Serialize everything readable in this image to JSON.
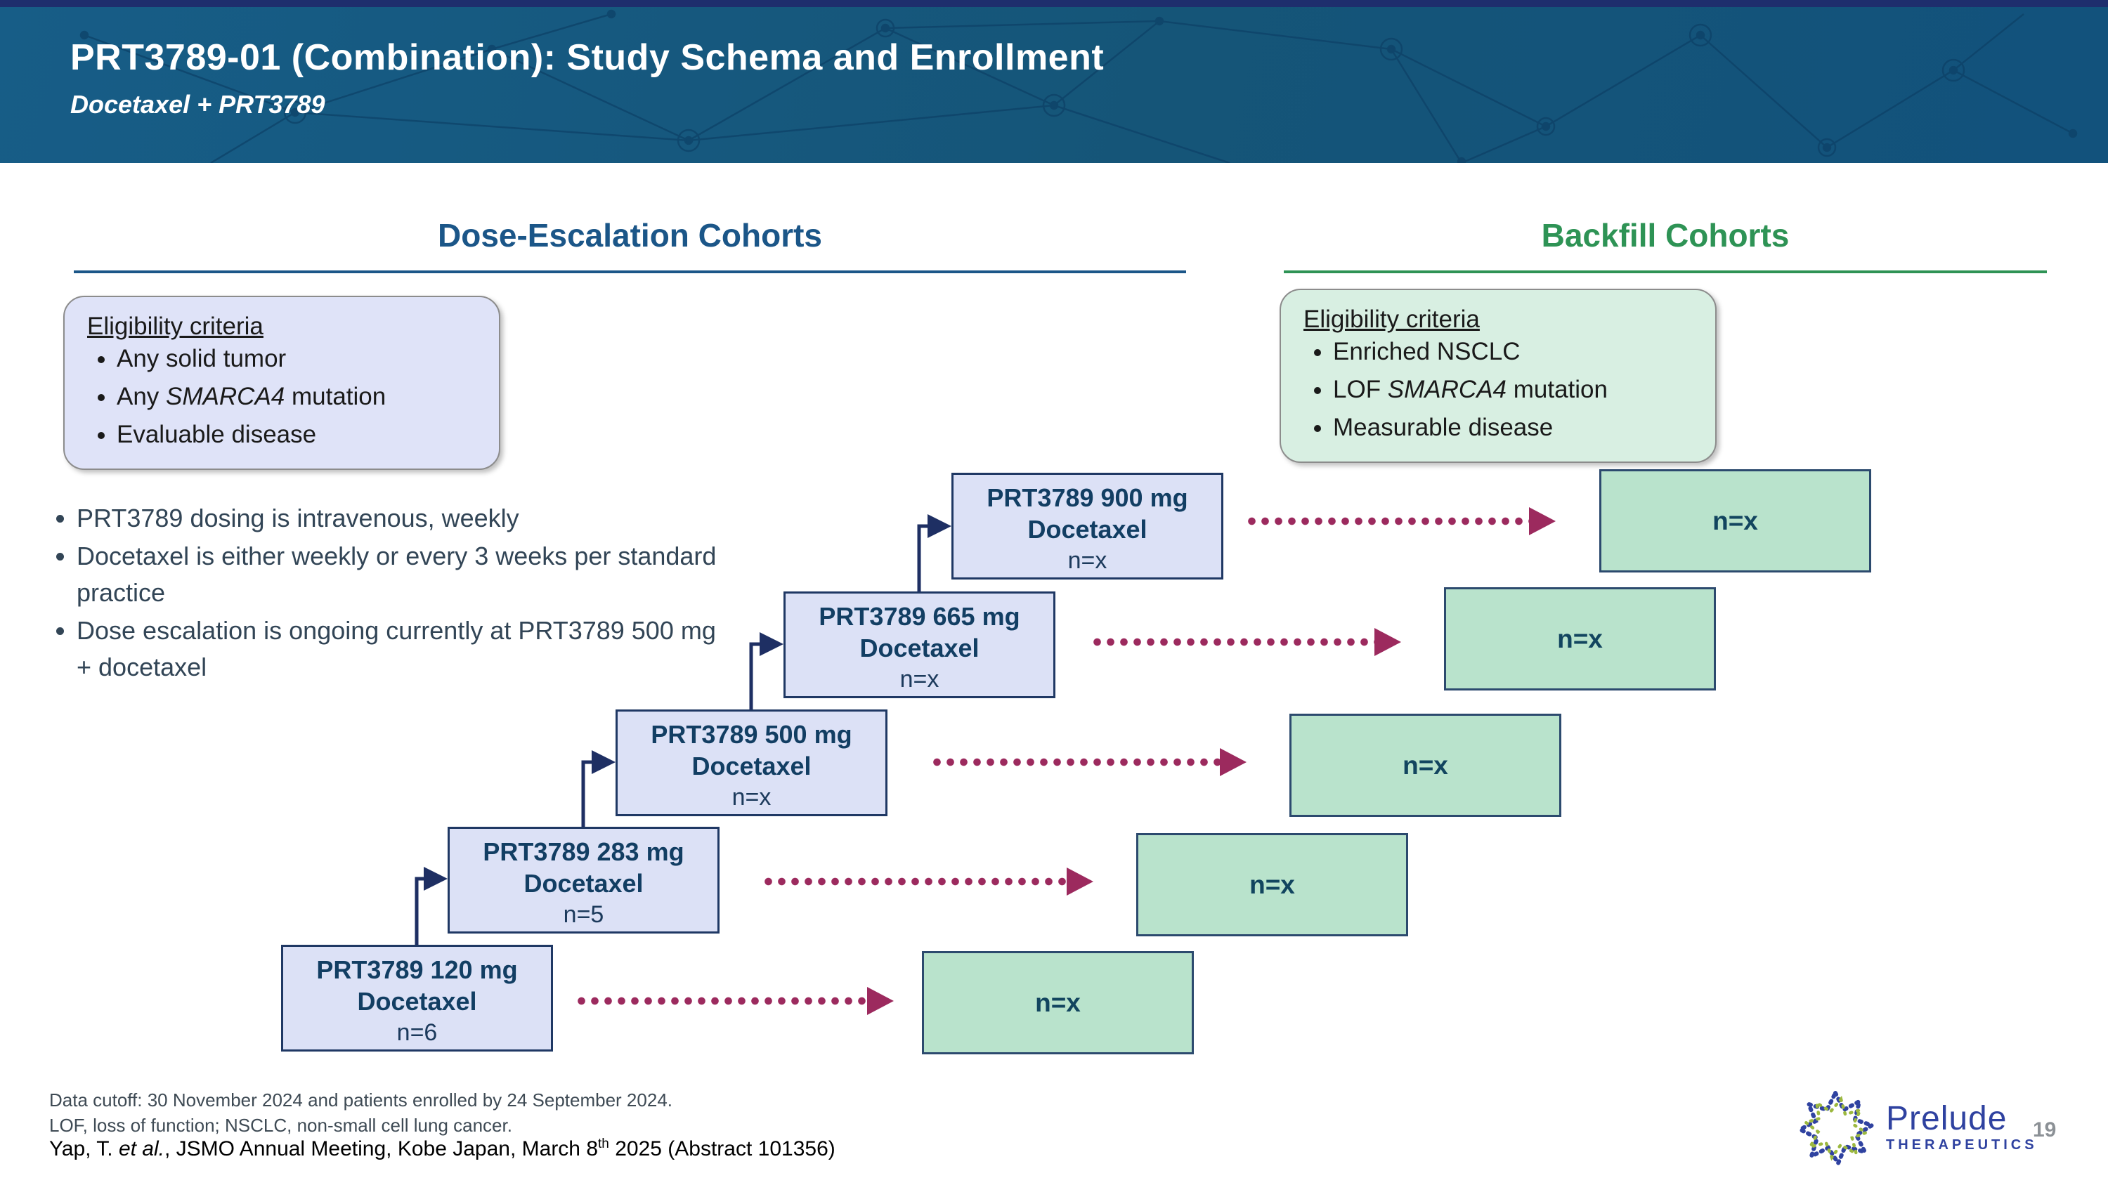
{
  "slide": {
    "title": "PRT3789-01 (Combination): Study Schema and Enrollment",
    "subtitle": "Docetaxel + PRT3789",
    "page_number": "19"
  },
  "columns": {
    "left_heading": "Dose-Escalation Cohorts",
    "right_heading": "Backfill Cohorts"
  },
  "eligibility_left": {
    "heading": "Eligibility criteria",
    "items": [
      {
        "pre": "Any solid tumor"
      },
      {
        "pre": "Any ",
        "em": "SMARCA4",
        "post": " mutation"
      },
      {
        "pre": "Evaluable disease"
      }
    ]
  },
  "eligibility_right": {
    "heading": "Eligibility criteria",
    "items": [
      {
        "pre": "Enriched NSCLC"
      },
      {
        "pre": "LOF ",
        "em": "SMARCA4",
        "post": " mutation"
      },
      {
        "pre": "Measurable disease"
      }
    ]
  },
  "notes": [
    "PRT3789 dosing is intravenous, weekly",
    "Docetaxel is either weekly or every 3 weeks per standard practice",
    "Dose escalation is ongoing currently at PRT3789 500 mg + docetaxel"
  ],
  "escalation_cohorts": [
    {
      "dose": "PRT3789 120 mg",
      "agent": "Docetaxel",
      "n": "n=6"
    },
    {
      "dose": "PRT3789 283 mg",
      "agent": "Docetaxel",
      "n": "n=5"
    },
    {
      "dose": "PRT3789 500 mg",
      "agent": "Docetaxel",
      "n": "n=x"
    },
    {
      "dose": "PRT3789 665 mg",
      "agent": "Docetaxel",
      "n": "n=x"
    },
    {
      "dose": "PRT3789 900 mg",
      "agent": "Docetaxel",
      "n": "n=x"
    }
  ],
  "backfill_cohorts": [
    {
      "n": "n=x"
    },
    {
      "n": "n=x"
    },
    {
      "n": "n=x"
    },
    {
      "n": "n=x"
    },
    {
      "n": "n=x"
    }
  ],
  "footnotes": {
    "line1": "Data cutoff: 30 November 2024 and patients enrolled by 24 September 2024.",
    "line2": "LOF, loss of function; NSCLC, non-small cell lung cancer."
  },
  "citation": {
    "pre": "Yap, T. ",
    "etal": "et al.",
    "mid": ", JSMO Annual Meeting, Kobe Japan, March 8",
    "sup": "th",
    "post": " 2025 (Abstract 101356)"
  },
  "logo": {
    "name": "Prelude",
    "sub": "THERAPEUTICS"
  },
  "colors": {
    "header_bg": "#155578",
    "top_strip": "#1e2e6d",
    "dose_heading": "#1b5688",
    "backfill_heading": "#2e9355",
    "dose_box_fill": "#dce1f6",
    "dose_box_border": "#1f3864",
    "backfill_box_fill": "#b9e3cc",
    "eligibility_left_fill": "#dfe3f8",
    "eligibility_right_fill": "#d8efe2",
    "dotted_arrow": "#9c2a5e",
    "connector": "#1e2f63",
    "logo_blue": "#2f42a0"
  }
}
